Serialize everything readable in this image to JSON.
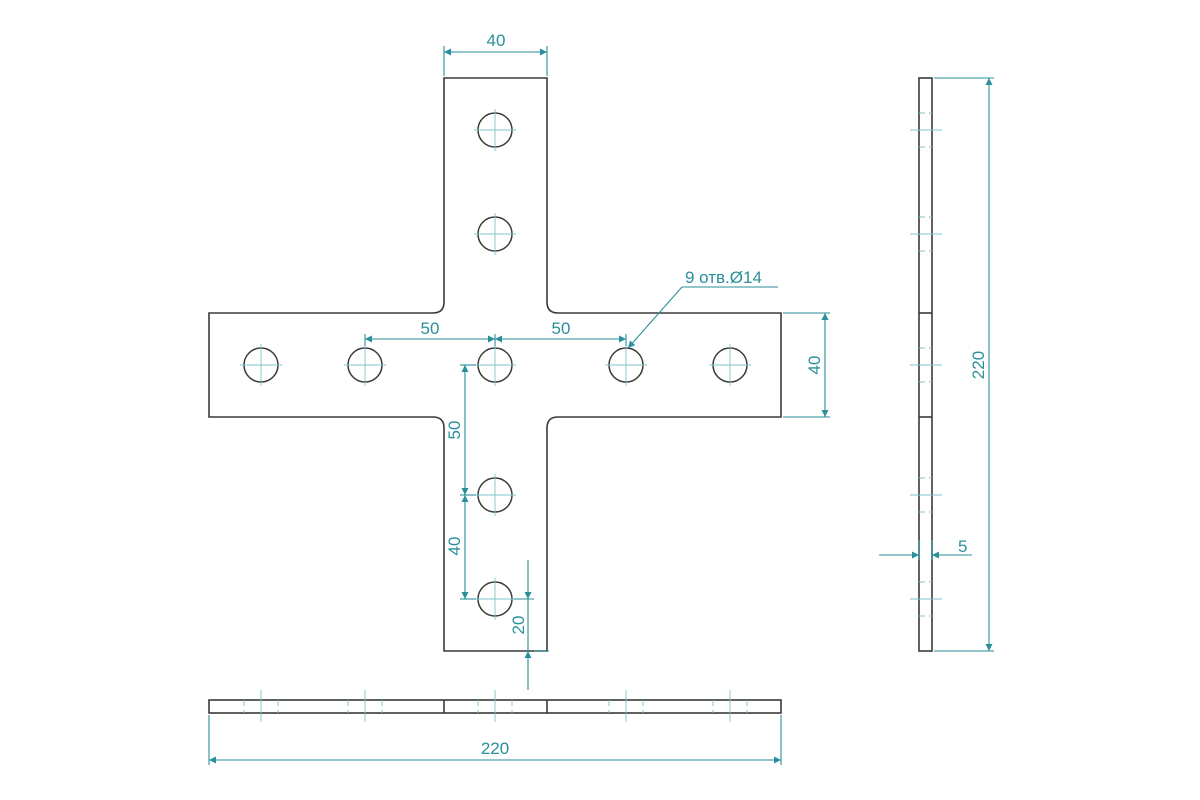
{
  "dimensions": {
    "top_width": "40",
    "hole_spacing_left": "50",
    "hole_spacing_right": "50",
    "arm_width": "40",
    "vertical_spacing": "50",
    "lower_spacing": "40",
    "edge_distance": "20",
    "overall_height": "220",
    "thickness": "5",
    "overall_width": "220"
  },
  "callout": {
    "holes": "9 отв.Ø14"
  },
  "colors": {
    "outline": "#3a3a3a",
    "dimension": "#2a8f9a",
    "centerline": "#7fc4cc"
  }
}
